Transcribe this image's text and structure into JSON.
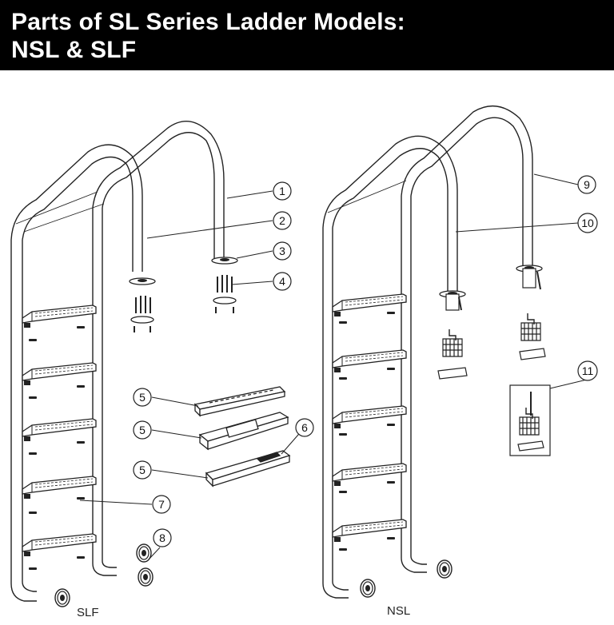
{
  "header": {
    "title_line1": "Parts of SL Series Ladder Models:",
    "title_line2": "NSL & SLF"
  },
  "captions": {
    "slf": "SLF",
    "nsl": "NSL"
  },
  "callouts": [
    "1",
    "2",
    "3",
    "4",
    "5",
    "5",
    "5",
    "6",
    "7",
    "8",
    "9",
    "10",
    "11"
  ]
}
